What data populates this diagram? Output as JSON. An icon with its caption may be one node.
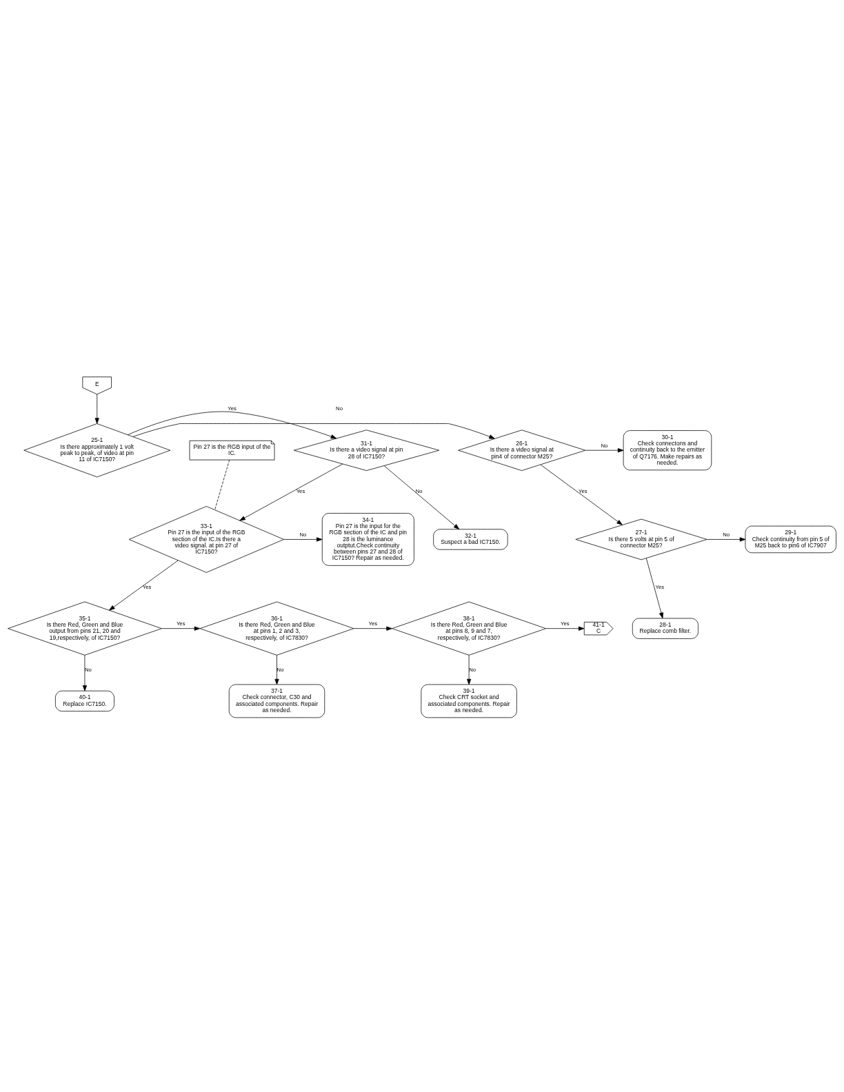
{
  "diagram": {
    "nodes": [
      {
        "text": [
          "E"
        ]
      },
      {
        "text": [
          "25-1",
          "Is there approximately 1 volt peak to peak, of video at pin 11 of IC7150?"
        ]
      },
      {
        "text": [
          "31-1",
          "Is there a video signal at pin 28 of IC7150?"
        ]
      },
      {
        "text": [
          "32-1",
          "Suspect a bad IC7150."
        ]
      },
      {
        "text": [
          "26-1",
          "Is there a video signal at pin4 of connector M25?"
        ]
      },
      {
        "text": [
          "30-1",
          "Check connectons and continuity back to the emitter of Q7176. Make repairs as needed."
        ]
      },
      {
        "text": [
          "27-1",
          "Is there 5 volts at pin 5 of connector M25?"
        ]
      },
      {
        "text": [
          "29-1",
          "Check continuity from pin 5 of M25 back to pin6 of IC7907"
        ]
      },
      {
        "text": [
          "28-1",
          "Replace comb filter."
        ]
      },
      {
        "text": [
          "33-1",
          "Pin 27 is the input of the RGB section of the IC.Is there a video signal. at pin 27 of IC7150?"
        ]
      },
      {
        "text": [
          "Pin 27 is the RGB input of the IC."
        ]
      },
      {
        "text": [
          "34-1",
          "Pin 27 is the input for the RGB section of the IC and pin 28 is the luminance outptut.Check continuity between pins 27 and 28 of IC7150? Repair as needed."
        ]
      },
      {
        "text": [
          "35-1",
          "Is there Red, Green and Blue output from pins 21, 20 and 19,respectively, of IC7150?"
        ]
      },
      {
        "text": [
          "40-1",
          "Replace IC7150."
        ]
      },
      {
        "text": [
          "36-1",
          "Is there Red, Green and Blue at pins 1, 2 and 3, respectively, of IC7830?"
        ]
      },
      {
        "text": [
          "37-1",
          "Check connector, C30 and associated components. Repair as needed."
        ]
      },
      {
        "text": [
          "38-1",
          "Is there Red, Green and Blue at pins 8, 9 and 7, respectively, of IC7830?"
        ]
      },
      {
        "text": [
          "39-1",
          "Check CRT socket and associated components. Repair as needed."
        ]
      },
      {
        "text": [
          "41-1",
          "C"
        ]
      }
    ],
    "edges": [
      {
        "from": 0,
        "to": 1,
        "arrow": "to"
      },
      {
        "from": 1,
        "to": 2,
        "label": "Yes",
        "arrow": "to"
      },
      {
        "from": 1,
        "to": 4,
        "label": "No",
        "arrow": "to"
      },
      {
        "from": 2,
        "to": 3,
        "label": "No",
        "arrow": "to"
      },
      {
        "from": 4,
        "to": 5,
        "label": "No",
        "arrow": "to"
      },
      {
        "from": 4,
        "to": 6,
        "label": "Yes",
        "arrow": "to"
      },
      {
        "from": 6,
        "to": 7,
        "label": "No",
        "arrow": "to"
      },
      {
        "from": 6,
        "to": 8,
        "label": "Yes",
        "arrow": "to"
      },
      {
        "from": 2,
        "to": 9,
        "label": "Yes",
        "arrow": "to"
      },
      {
        "from": 10,
        "to": 9,
        "arrow": "none",
        "style": "dashed"
      },
      {
        "from": 9,
        "to": 11,
        "label": "No",
        "arrow": "to"
      },
      {
        "from": 9,
        "to": 12,
        "label": "Yes",
        "arrow": "to"
      },
      {
        "from": 12,
        "to": 13,
        "label": "No",
        "arrow": "to"
      },
      {
        "from": 12,
        "to": 14,
        "label": "Yes",
        "arrow": "to"
      },
      {
        "from": 14,
        "to": 15,
        "label": "No",
        "arrow": "to"
      },
      {
        "from": 14,
        "to": 16,
        "label": "Yes",
        "arrow": "to"
      },
      {
        "from": 16,
        "to": 17,
        "label": "No",
        "arrow": "to"
      },
      {
        "from": 16,
        "to": 18,
        "label": "Yes",
        "arrow": "to"
      }
    ]
  }
}
